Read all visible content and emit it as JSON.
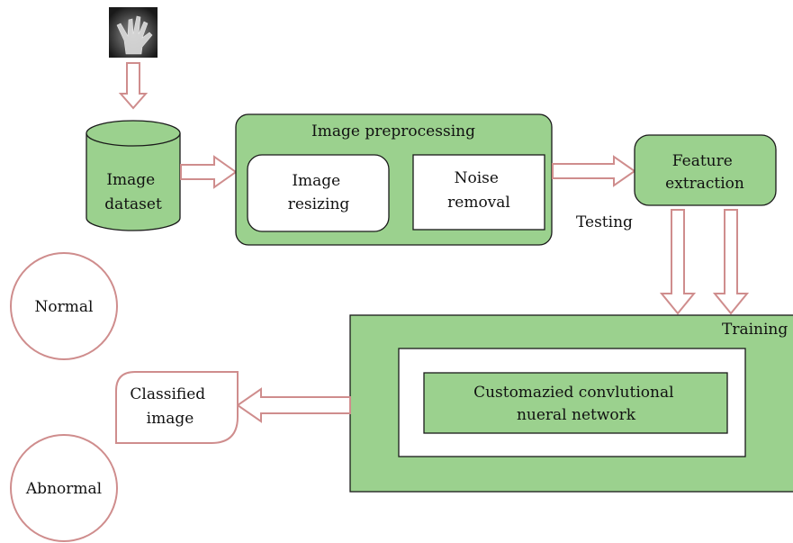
{
  "nodes": {
    "dataset": [
      "Image",
      "dataset"
    ],
    "preprocessing": "Image preprocessing",
    "resizing": [
      "Image",
      "resizing"
    ],
    "noise": [
      "Noise",
      "removal"
    ],
    "feature": [
      "Feature",
      "extraction"
    ],
    "testing": "Testing",
    "training": "Training",
    "cnn": [
      "Customazied convlutional",
      "nueral network"
    ],
    "classified": [
      "Classified",
      "image"
    ],
    "normal": "Normal",
    "abnormal": "Abnormal"
  },
  "colors": {
    "box_green": "#9bd18e",
    "arrow_pink": "#cf8d8d",
    "outline": "#1a1a1a"
  }
}
